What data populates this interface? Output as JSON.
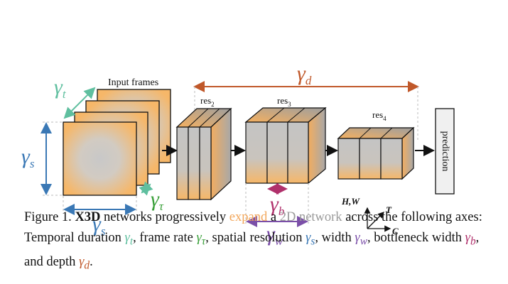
{
  "colors": {
    "gamma_t": "#5fbf9f",
    "gamma_tau": "#3aa03a",
    "gamma_s": "#3a78b5",
    "gamma_w": "#7b4fa8",
    "gamma_b": "#b0306b",
    "gamma_d": "#c0582a",
    "expand": "#f2a65a",
    "network_2d": "#9a9a9a",
    "block_orange": "#f7b96a",
    "block_gray": "#c8c8c8"
  },
  "diagram": {
    "input_frames_label": "Input frames",
    "res2_label": "res",
    "res2_sub": "2",
    "res3_label": "res",
    "res3_sub": "3",
    "res4_label": "res",
    "res4_sub": "4",
    "prediction_label": "prediction",
    "axis_hw": "H,W",
    "axis_t": "T",
    "axis_c": "C",
    "gamma_t": {
      "symbol": "γ",
      "sub": "t"
    },
    "gamma_tau": {
      "symbol": "γ",
      "sub": "τ"
    },
    "gamma_s_left": {
      "symbol": "γ",
      "sub": "s"
    },
    "gamma_s_bottom": {
      "symbol": "γ",
      "sub": "s"
    },
    "gamma_b": {
      "symbol": "γ",
      "sub": "b"
    },
    "gamma_w": {
      "symbol": "γ",
      "sub": "w"
    },
    "gamma_d": {
      "symbol": "γ",
      "sub": "d"
    }
  },
  "caption": {
    "prefix": "Figure 1. ",
    "bold": "X3D",
    "part1": " networks progressively ",
    "expand": "expand",
    "part2": " a ",
    "network_2d": "2D network",
    "part3": " across the following axes: Temporal duration ",
    "g_t": "γ",
    "g_t_sub": "t",
    "part4": ", frame rate ",
    "g_tau": "γ",
    "g_tau_sub": "τ",
    "part5": ", spatial resolution ",
    "g_s": "γ",
    "g_s_sub": "s",
    "part6": ", width ",
    "g_w": "γ",
    "g_w_sub": "w",
    "part7": ", bottleneck width ",
    "g_b": "γ",
    "g_b_sub": "b",
    "part8": ", and depth ",
    "g_d": "γ",
    "g_d_sub": "d",
    "part9": "."
  }
}
